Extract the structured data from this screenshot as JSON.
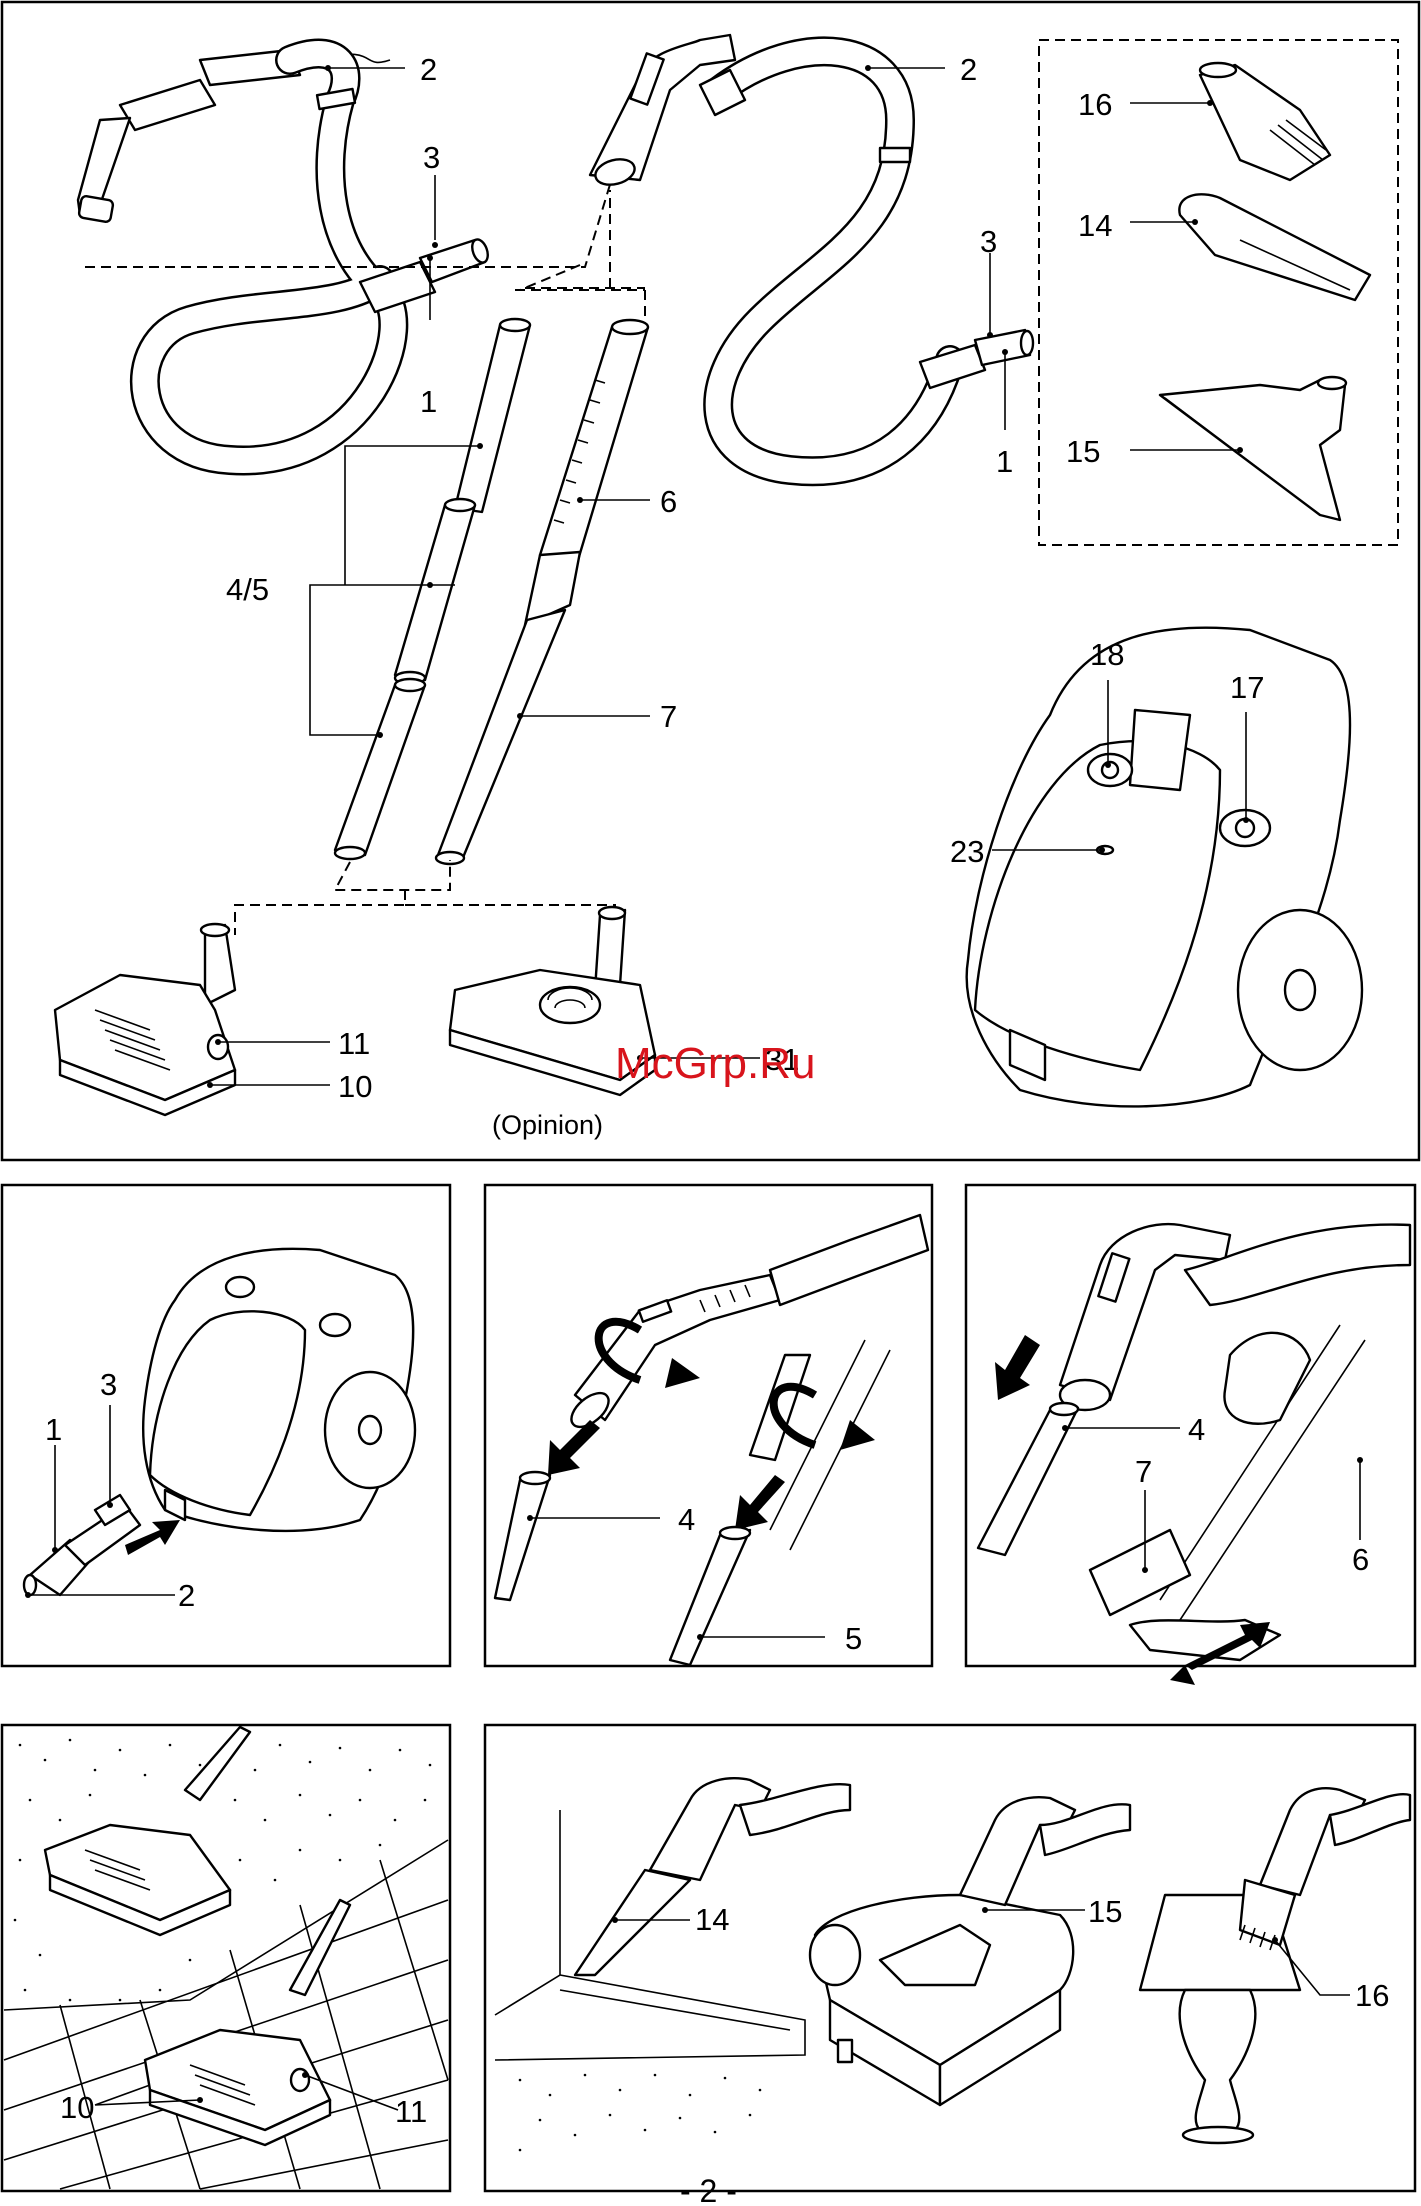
{
  "labels": {
    "hose_a": "2",
    "coupling_a_3": "3",
    "coupling_a_1": "1",
    "hose_b": "2",
    "coupling_b_3": "3",
    "coupling_b_1": "1",
    "tubes": "4/5",
    "tele_6": "6",
    "tele_7": "7",
    "acc_16": "16",
    "acc_14": "14",
    "acc_15": "15",
    "nozzle_11": "11",
    "nozzle_10": "10",
    "nozzle_31": "31",
    "optional": "(Opinion)",
    "body_18": "18",
    "body_17": "17",
    "body_23": "23"
  },
  "panel1": {
    "l1": "1",
    "l3": "3",
    "l2": "2"
  },
  "panel2": {
    "l4": "4",
    "l5": "5"
  },
  "panel3": {
    "l7": "7",
    "l4": "4",
    "l6": "6"
  },
  "panel4": {
    "l10": "10",
    "l11": "11"
  },
  "panel5": {
    "l14": "14",
    "l15": "15",
    "l16": "16"
  },
  "watermark": "McGrp.Ru",
  "page_number": "- 2 -",
  "colors": {
    "ink": "#000000",
    "watermark": "#d8141c",
    "paper": "#ffffff"
  }
}
